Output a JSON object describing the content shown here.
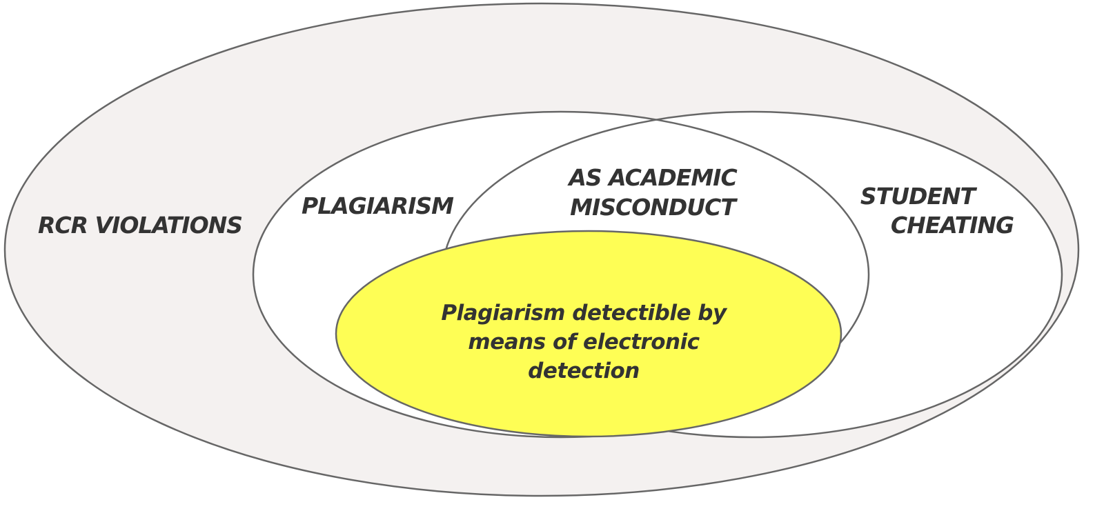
{
  "diagram": {
    "type": "nested-venn",
    "colors": {
      "outer_fill": "#f4f1f0",
      "inner_fill": "#ffffff",
      "core_fill": "#fefe55",
      "stroke": "#666666",
      "text": "#333333"
    },
    "sets": {
      "rcr": {
        "label": "RCR VIOLATIONS"
      },
      "plagiarism": {
        "label": "PLAGIARISM"
      },
      "academic": {
        "lines": [
          "AS ACADEMIC",
          "MISCONDUCT"
        ]
      },
      "cheating": {
        "lines": [
          "STUDENT",
          "CHEATING"
        ]
      },
      "core": {
        "lines": [
          "Plagiarism detectible by",
          "means of electronic",
          "detection"
        ]
      }
    }
  }
}
